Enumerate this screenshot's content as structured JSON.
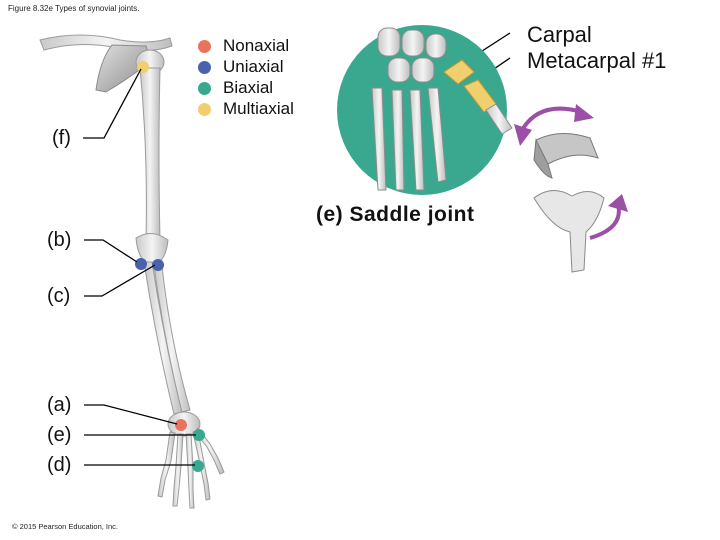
{
  "figure_caption": "Figure 8.32e Types of synovial joints.",
  "copyright": "© 2015 Pearson Education, Inc.",
  "legend": [
    {
      "label": "Nonaxial",
      "color": "#e8735e"
    },
    {
      "label": "Uniaxial",
      "color": "#4a62ab"
    },
    {
      "label": "Biaxial",
      "color": "#3aa88f"
    },
    {
      "label": "Multiaxial",
      "color": "#f0cf6e"
    }
  ],
  "joint_labels": {
    "f": "(f)",
    "b": "(b)",
    "c": "(c)",
    "a": "(a)",
    "e": "(e)",
    "d": "(d)"
  },
  "inset": {
    "title": "(e) Saddle joint",
    "label_line1": "Carpal",
    "label_line2": "Metacarpal #1",
    "circle_color": "#3aa88f",
    "arrow_color": "#9b4fa6"
  }
}
